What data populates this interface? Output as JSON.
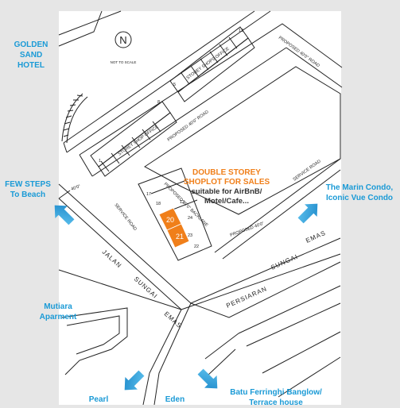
{
  "labels": {
    "golden_sand": "GOLDEN\nSAND\nHOTEL",
    "few_steps": "FEW STEPS\nTo Beach",
    "marin_condo": "The Marin Condo,\nIconic Vue Condo",
    "mutiara": "Mutiara\nAparment",
    "pearl": "Pearl",
    "eden": "Eden",
    "batu_ferringhi": "Batu Ferringhi Banglow/\nTerrace house"
  },
  "promo": {
    "title": "DOUBLE STOREY\nSHOPLOT FOR SALES",
    "subtitle": "suitable for AirBnB/\nMotel/Cafe..."
  },
  "plots": {
    "left": "20",
    "right": "21"
  },
  "plan_text": {
    "north_letter": "N",
    "not_to_scale": "NOT TO SCALE",
    "storey_shop_office_upper": "STOREY SHOPS OFFICE",
    "storey_shop_office_left": "STOREY SHOP OFFICE",
    "proposed_road_top": "PROPOSED 40'0\" ROAD",
    "proposed_road_mid": "PROPOSED 40'0\" ROAD",
    "service_road_right": "SERVICE ROAD",
    "service_road_left": "SERVICE ROAD",
    "proposed_backlane": "PROPOSED 20'0\" BACKLANE",
    "proposed_road_low": "PROPOSED 40'0\"",
    "dim_left": "40'0\"",
    "jalan": "JALAN",
    "sungai": "SUNGAI",
    "emas": "EMAS",
    "persiaran": "PERSIARAN",
    "sungai2": "SUNGAI",
    "emas2": "EMAS",
    "lot_1": "1",
    "lot_8": "8",
    "lot_17": "17",
    "lot_18": "18",
    "lot_22": "22",
    "lot_23": "23",
    "lot_24": "24",
    "lot_12": "12",
    "lot_13": "13",
    "lot_5": "5"
  },
  "colors": {
    "label_blue": "#1a9ad6",
    "plot_orange": "#f07f1a",
    "promo_orange": "#f07f1a",
    "background": "#e6e6e6",
    "plan": "#ffffff"
  },
  "icons": [
    "north-arrow-icon",
    "arrow-upleft-icon",
    "arrow-upright-icon",
    "arrow-downleft-icon",
    "arrow-downright-icon"
  ]
}
